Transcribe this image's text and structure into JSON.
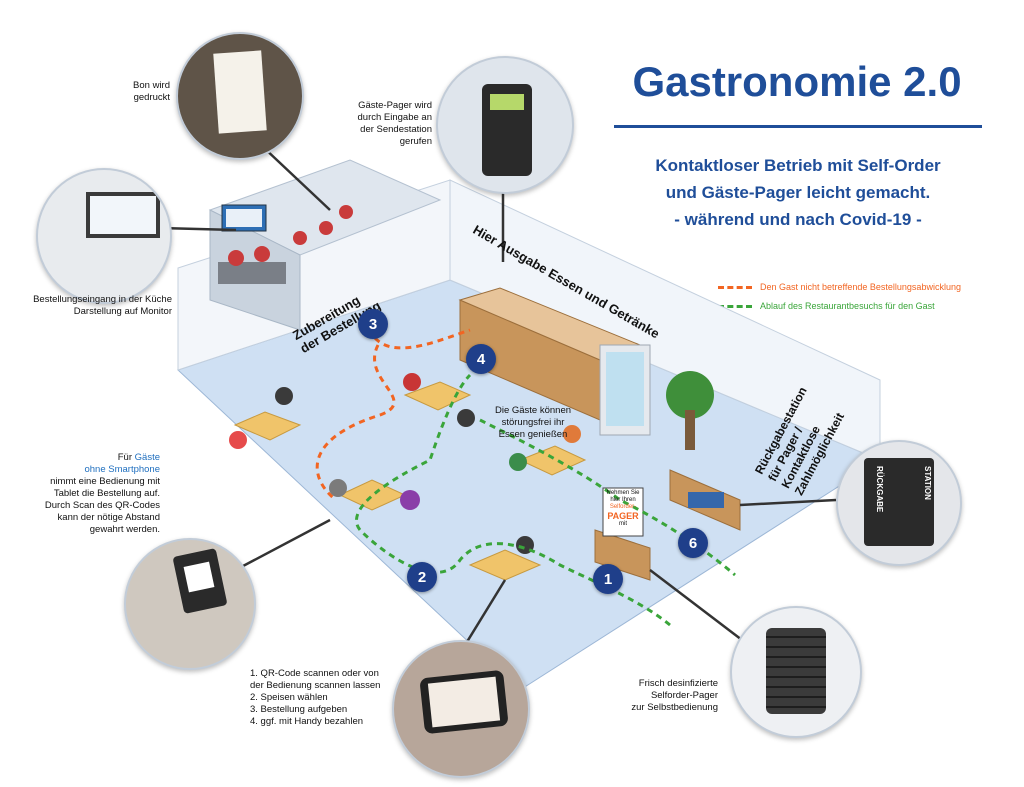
{
  "title": "Gastronomie 2.0",
  "subtitle": {
    "line1": "Kontaktloser Betrieb mit Self-Order",
    "line2": "und Gäste-Pager leicht gemacht.",
    "line3": "- während und nach Covid-19 -"
  },
  "legend": {
    "orange": "Den Gast nicht betreffende Bestellungsabwicklung",
    "green": "Ablauf des Restaurantbesuchs für den Gast"
  },
  "notes": {
    "bon": {
      "l1": "Bon wird",
      "l2": "gedruckt"
    },
    "pager_call": {
      "l1": "Gäste-Pager wird",
      "l2": "durch Eingabe an",
      "l3": "der Sendestation",
      "l4": "gerufen"
    },
    "kitchen": {
      "l1": "Bestellungseingang in der Küche",
      "l2": "Darstellung auf Monitor"
    },
    "guests": {
      "l1a": "Für ",
      "l1b": "Gäste",
      "l2": "ohne Smartphone",
      "l3": "nimmt eine Bedienung mit",
      "l4": "Tablet die Bestellung auf.",
      "l5": "Durch Scan des QR-Codes",
      "l6": "kann der nötige Abstand",
      "l7": "gewahrt werden."
    },
    "steps": {
      "l1": "1. QR-Code scannen oder von",
      "l2": "der Bedienung scannen lassen",
      "l3": "2. Speisen wählen",
      "l4": "3. Bestellung aufgeben",
      "l5": "4. ggf. mit Handy bezahlen"
    },
    "fresh": {
      "l1": "Frisch desinfizierte",
      "l2": "Selforder-Pager",
      "l3": "zur Selbstbedienung"
    },
    "enjoy": {
      "l1": "Die Gäste können",
      "l2": "störungsfrei ihr",
      "l3": "Essen genießen"
    }
  },
  "room_labels": {
    "prep1": "Zubereitung",
    "prep2": "der Bestellung",
    "counter": "Hier Ausgabe Essen und Getränke",
    "return1": "Rückgabestation",
    "return2": "für Pager /",
    "return3": "Kontaktlose",
    "return4": "Zahlmöglichkeit"
  },
  "pager_sign": {
    "l1": "Nehmen Sie",
    "l2": "hier Ihren",
    "l3": "Selforder-",
    "l4": "PAGER",
    "l5": "mit"
  },
  "return_station": {
    "left": "RÜCKGABE",
    "right": "STATION"
  },
  "steps": [
    "1",
    "2",
    "3",
    "4",
    "6"
  ],
  "colors": {
    "brand_blue": "#1f4e99",
    "step_blue": "#1f3f8a",
    "orange": "#f26522",
    "green": "#3aa53a"
  }
}
